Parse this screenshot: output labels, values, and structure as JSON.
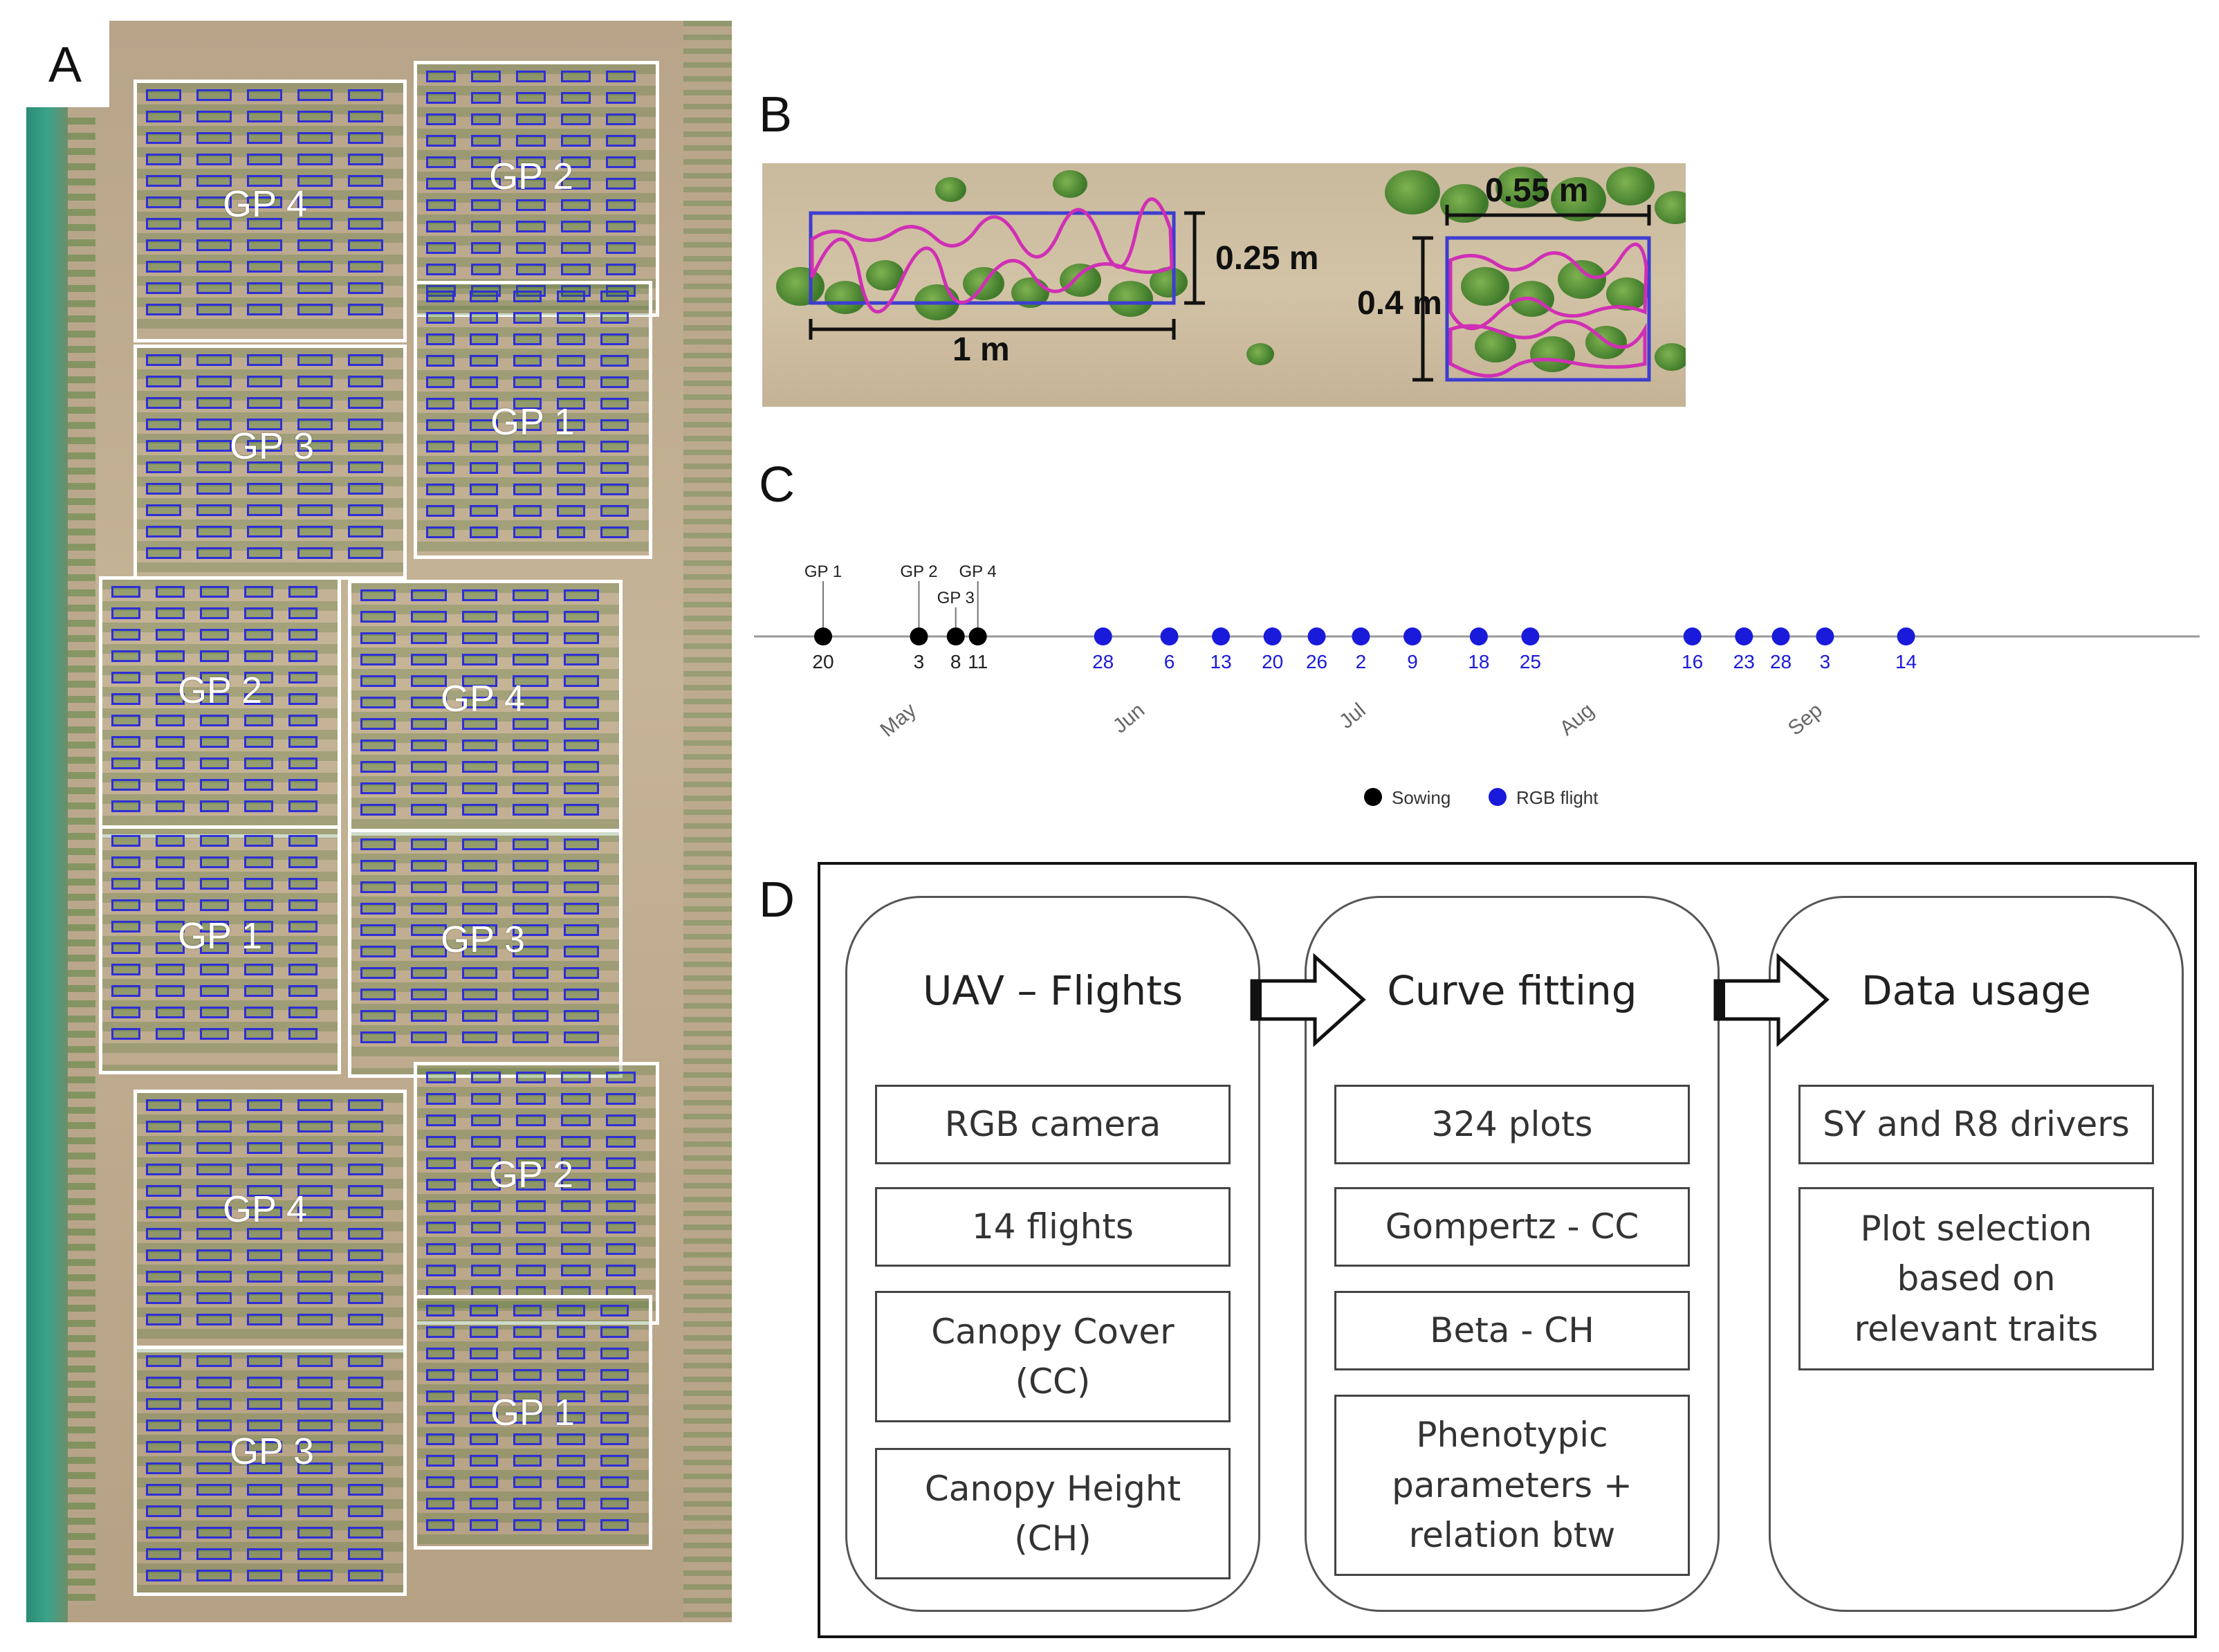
{
  "panel_labels": {
    "a": "A",
    "b": "B",
    "c": "C",
    "d": "D"
  },
  "panel_a": {
    "gp_labels": [
      "GP 4",
      "GP 2",
      "GP 3",
      "GP 1",
      "GP 2",
      "GP 4",
      "GP 1",
      "GP 3",
      "GP 4",
      "GP 2",
      "GP 3",
      "GP 1"
    ],
    "colors": {
      "plot_outline": "#2f2fd6",
      "block_outline": "#ffffff"
    }
  },
  "panel_b": {
    "dimensions": {
      "length": "1 m",
      "width": "0.25 m",
      "width2": "0.55 m",
      "length2": "0.4 m"
    },
    "colors": {
      "plot_outline": "#3d3dcf",
      "canopy_outline": "#d02fb5"
    }
  },
  "panel_c": {
    "months": [
      "May",
      "Jun",
      "Jul",
      "Aug",
      "Sep"
    ],
    "sowing_events": [
      {
        "label": "GP 1",
        "day": "20"
      },
      {
        "label": "GP 2",
        "day": "3"
      },
      {
        "label": "GP 3",
        "day": "8"
      },
      {
        "label": "GP 4",
        "day": "11"
      }
    ],
    "flight_days": [
      "28",
      "6",
      "13",
      "20",
      "26",
      "2",
      "9",
      "18",
      "25",
      "16",
      "23",
      "28",
      "3",
      "14"
    ],
    "legend": {
      "sowing": "Sowing",
      "flight": "RGB flight"
    },
    "colors": {
      "sowing": "#000000",
      "flight": "#1a1adb"
    }
  },
  "panel_d": {
    "stages": [
      {
        "title": "UAV – Flights",
        "items": [
          "RGB camera",
          "14 flights",
          "Canopy Cover\n(CC)",
          "Canopy Height\n(CH)"
        ]
      },
      {
        "title": "Curve fitting",
        "items": [
          "324 plots",
          "Gompertz - CC",
          "Beta - CH",
          "Phenotypic\nparameters +\nrelation btw"
        ]
      },
      {
        "title": "Data usage",
        "items": [
          "SY and R8 drivers",
          "Plot selection\nbased on\nrelevant traits"
        ]
      }
    ]
  }
}
